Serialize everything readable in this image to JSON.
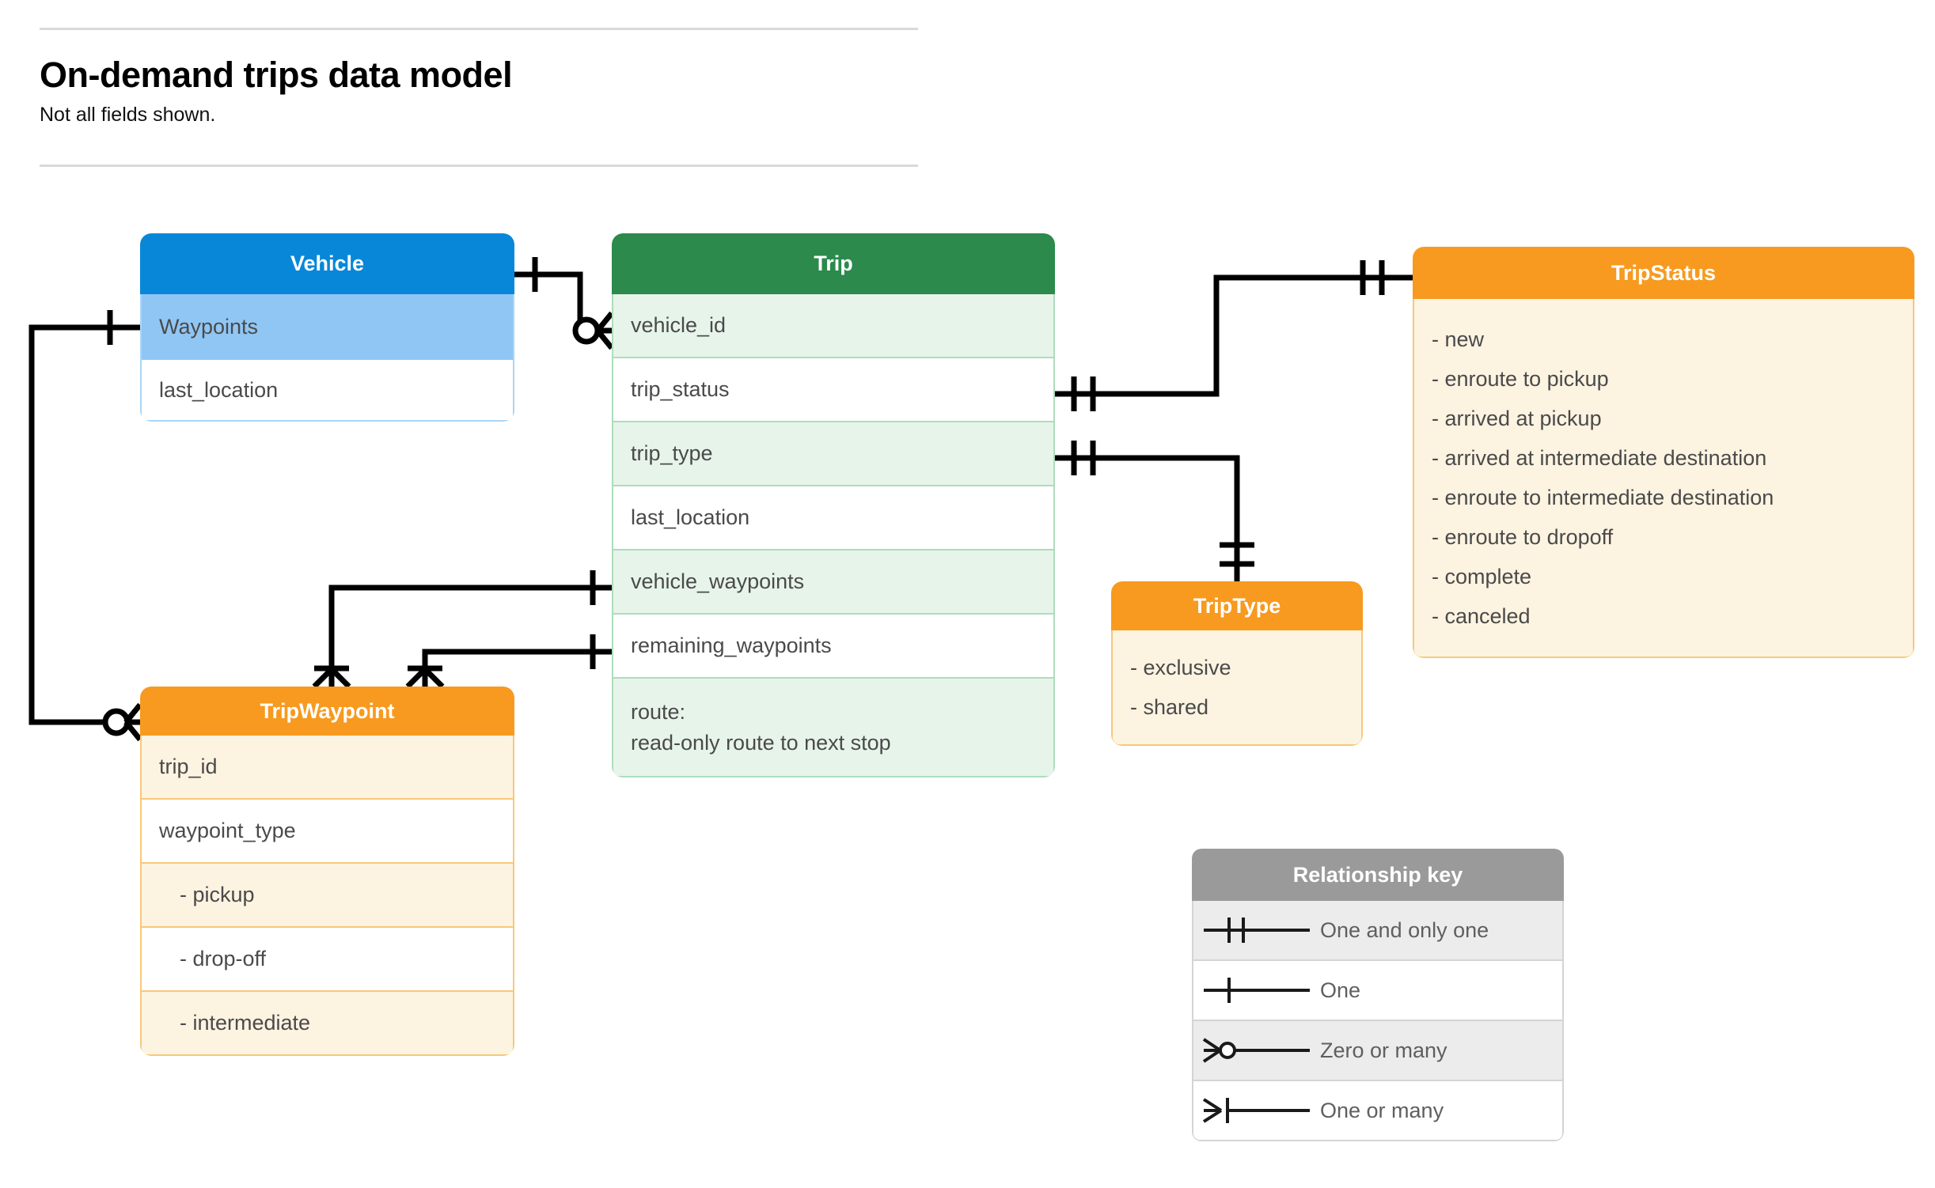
{
  "header": {
    "title": "On-demand trips data model",
    "subtitle": "Not all fields shown."
  },
  "colors": {
    "vehicle_header": "#0887d8",
    "vehicle_row_highlight": "#90c6f4",
    "trip_header": "#2b8a4c",
    "trip_row_alt": "#e7f4ea",
    "orange_header": "#f79a1f",
    "orange_body": "#fdf3e1",
    "legend_header": "#9a9a9a",
    "legend_row_alt": "#ececec",
    "connector": "#000000"
  },
  "entities": {
    "vehicle": {
      "title": "Vehicle",
      "rows": [
        {
          "label": "Waypoints"
        },
        {
          "label": "last_location"
        }
      ]
    },
    "trip": {
      "title": "Trip",
      "rows": [
        {
          "label": "vehicle_id"
        },
        {
          "label": "trip_status"
        },
        {
          "label": "trip_type"
        },
        {
          "label": "last_location"
        },
        {
          "label": "vehicle_waypoints"
        },
        {
          "label": "remaining_waypoints"
        },
        {
          "label": "route:",
          "label2": "read-only route to next stop"
        }
      ]
    },
    "trip_status": {
      "title": "TripStatus",
      "values": [
        "- new",
        "- enroute to pickup",
        "- arrived at pickup",
        "- arrived at intermediate destination",
        "- enroute to intermediate destination",
        "- enroute to dropoff",
        "- complete",
        "- canceled"
      ]
    },
    "trip_type": {
      "title": "TripType",
      "values": [
        "- exclusive",
        "- shared"
      ]
    },
    "trip_waypoint": {
      "title": "TripWaypoint",
      "rows": [
        {
          "label": "trip_id"
        },
        {
          "label": "waypoint_type"
        },
        {
          "label": "-  pickup"
        },
        {
          "label": "-  drop-off"
        },
        {
          "label": "-  intermediate"
        }
      ]
    }
  },
  "legend": {
    "title": "Relationship key",
    "items": [
      {
        "symbol": "one-and-only-one-icon",
        "label": "One and only one"
      },
      {
        "symbol": "one-icon",
        "label": "One"
      },
      {
        "symbol": "zero-or-many-icon",
        "label": "Zero or many"
      },
      {
        "symbol": "one-or-many-icon",
        "label": "One or many"
      }
    ]
  },
  "relationships": [
    {
      "from": "Vehicle",
      "from_cardinality": "One",
      "to": "Trip.vehicle_id",
      "to_cardinality": "Zero or many"
    },
    {
      "from": "Vehicle.Waypoints",
      "from_cardinality": "One",
      "to": "TripWaypoint",
      "to_cardinality": "Zero or many"
    },
    {
      "from": "Trip.trip_status",
      "from_cardinality": "One and only one",
      "to": "TripStatus",
      "to_cardinality": "One and only one"
    },
    {
      "from": "Trip.trip_type",
      "from_cardinality": "One and only one",
      "to": "TripType",
      "to_cardinality": "One and only one"
    },
    {
      "from": "Trip.vehicle_waypoints",
      "from_cardinality": "One",
      "to": "TripWaypoint",
      "to_cardinality": "One or many"
    },
    {
      "from": "Trip.remaining_waypoints",
      "from_cardinality": "One",
      "to": "TripWaypoint",
      "to_cardinality": "One or many"
    }
  ]
}
